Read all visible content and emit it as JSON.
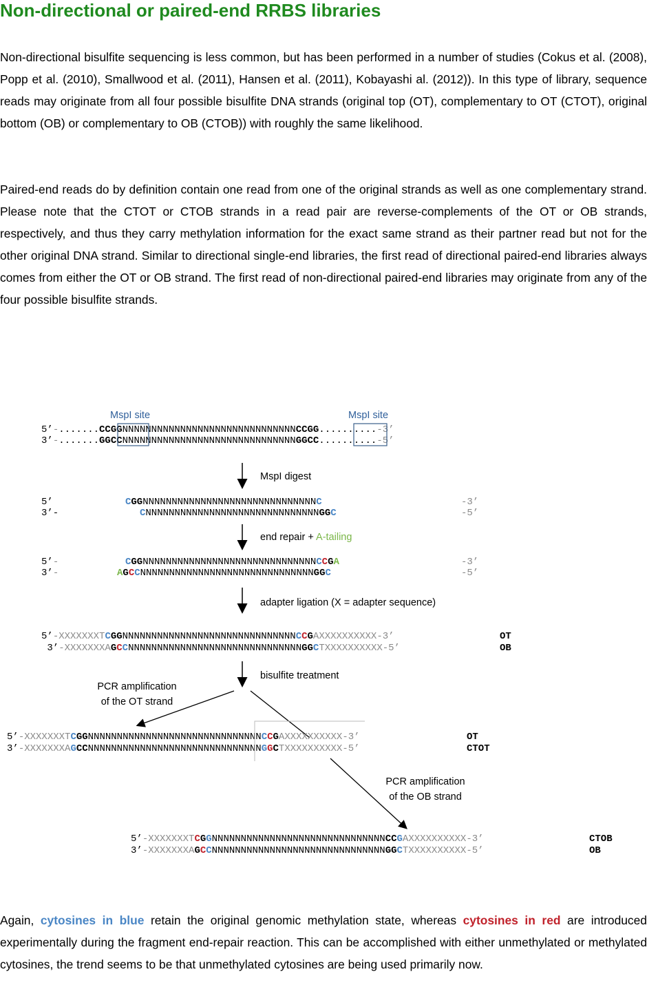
{
  "title": "Non-directional or paired-end RRBS libraries",
  "para1": "Non-directional bisulfite sequencing is less common, but has been performed in a number of studies (Cokus et al. (2008), Popp et al. (2010), Smallwood et al. (2011), Hansen et al. (2011), Kobayashi al. (2012)). In this type of library, sequence reads may originate from all four possible bisulfite DNA strands (original top (OT), complementary to OT (CTOT), original bottom (OB) or complementary to OB (CTOB)) with roughly the same likelihood.",
  "para2": "Paired-end reads do by definition contain one read from one of the original strands as well as one complementary strand. Please note that the CTOT or CTOB strands in a read pair are reverse-complements of the OT or OB strands, respectively, and thus they carry methylation information for the exact same strand as their partner read but not for the other original DNA strand. Similar to directional single-end libraries, the first read of directional paired-end libraries always comes from either the OT or OB strand. The first read of non-directional paired-end libraries may originate from any of the four possible bisulfite strands.",
  "para3": {
    "t1": "Again, ",
    "blue": "cytosines in blue",
    "t2": " retain the original genomic methylation state, whereas ",
    "red": "cytosines in red",
    "t3": " are introduced experimentally during the fragment end-repair reaction. This can be accomplished with either unmethylated or methylated cytosines, the trend seems to be that unmethylated cytosines are being used primarily now."
  },
  "diagram": {
    "labels": {
      "mspi_site": "MspI site",
      "mspi_digest": "MspI digest",
      "end_repair": "end repair + ",
      "a_tailing": "A-tailing",
      "adapter_ligation": "adapter ligation (X = adapter sequence)",
      "bisulfite": "bisulfite treatment",
      "pcr_ot_1": "PCR amplification",
      "pcr_ot_2": "of the OT strand",
      "pcr_ob_1": "PCR amplification",
      "pcr_ob_2": "of the OB strand"
    },
    "strands": {
      "ot": "OT",
      "ob": "OB",
      "ctot": "CTOT",
      "ctob": "CTOB"
    },
    "colors": {
      "blue": "#4a86c5",
      "red": "#c0222b",
      "green": "#7ab648",
      "gray": "#888888",
      "label_blue": "#2f5f9a"
    }
  }
}
